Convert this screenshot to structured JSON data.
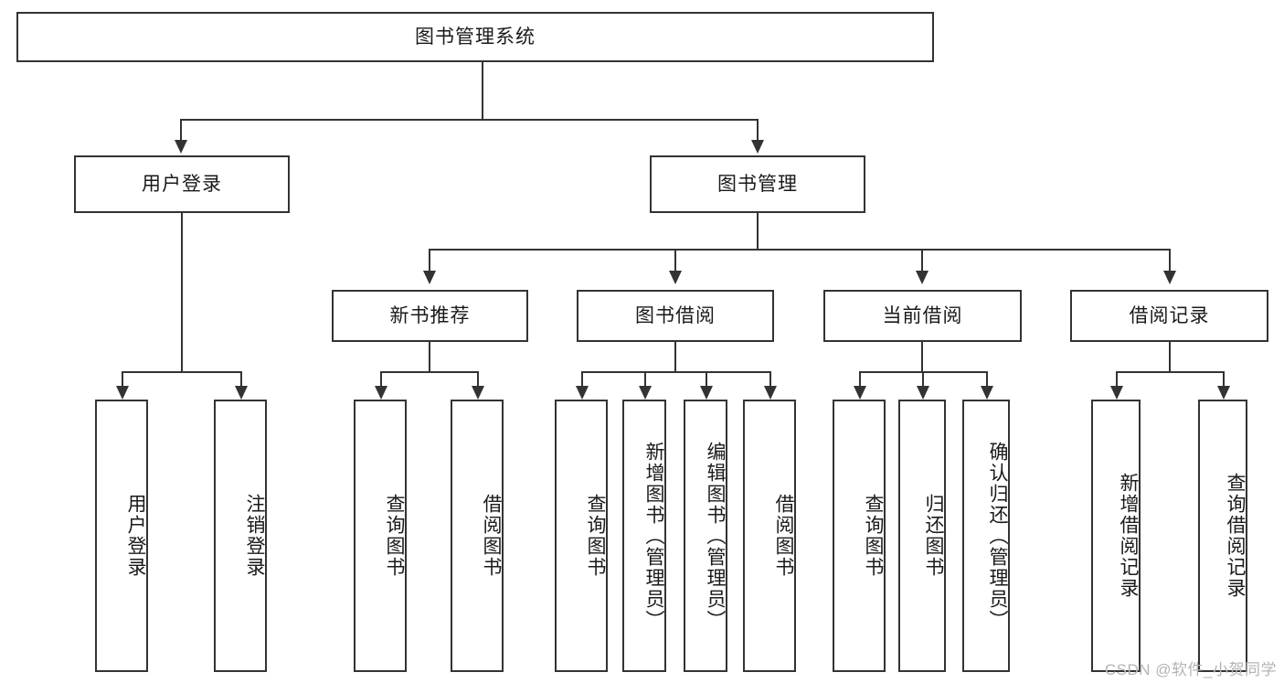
{
  "diagram": {
    "type": "tree",
    "title": "图书管理系统",
    "watermark": "CSDN @软件_小贺同学",
    "colors": {
      "box_border": "#333333",
      "box_fill": "#ffffff",
      "connector": "#333333",
      "text": "#1a1a1a",
      "watermark": "#b4b4b4",
      "background": "#ffffff"
    },
    "root": {
      "label": "图书管理系统"
    },
    "level2": [
      {
        "label": "用户登录"
      },
      {
        "label": "图书管理"
      }
    ],
    "level3": [
      {
        "label": "新书推荐"
      },
      {
        "label": "图书借阅"
      },
      {
        "label": "当前借阅"
      },
      {
        "label": "借阅记录"
      }
    ],
    "leaves": {
      "user_login": [
        {
          "label": "用户登录"
        },
        {
          "label": "注销登录"
        }
      ],
      "new_book_recommend": [
        {
          "label": "查询图书"
        },
        {
          "label": "借阅图书"
        }
      ],
      "book_borrow": [
        {
          "label": "查询图书"
        },
        {
          "label": "新增图书（管理员）"
        },
        {
          "label": "编辑图书（管理员）"
        },
        {
          "label": "借阅图书"
        }
      ],
      "current_borrow": [
        {
          "label": "查询图书"
        },
        {
          "label": "归还图书"
        },
        {
          "label": "确认归还（管理员）"
        }
      ],
      "borrow_record": [
        {
          "label": "新增借阅记录"
        },
        {
          "label": "查询借阅记录"
        }
      ]
    }
  }
}
